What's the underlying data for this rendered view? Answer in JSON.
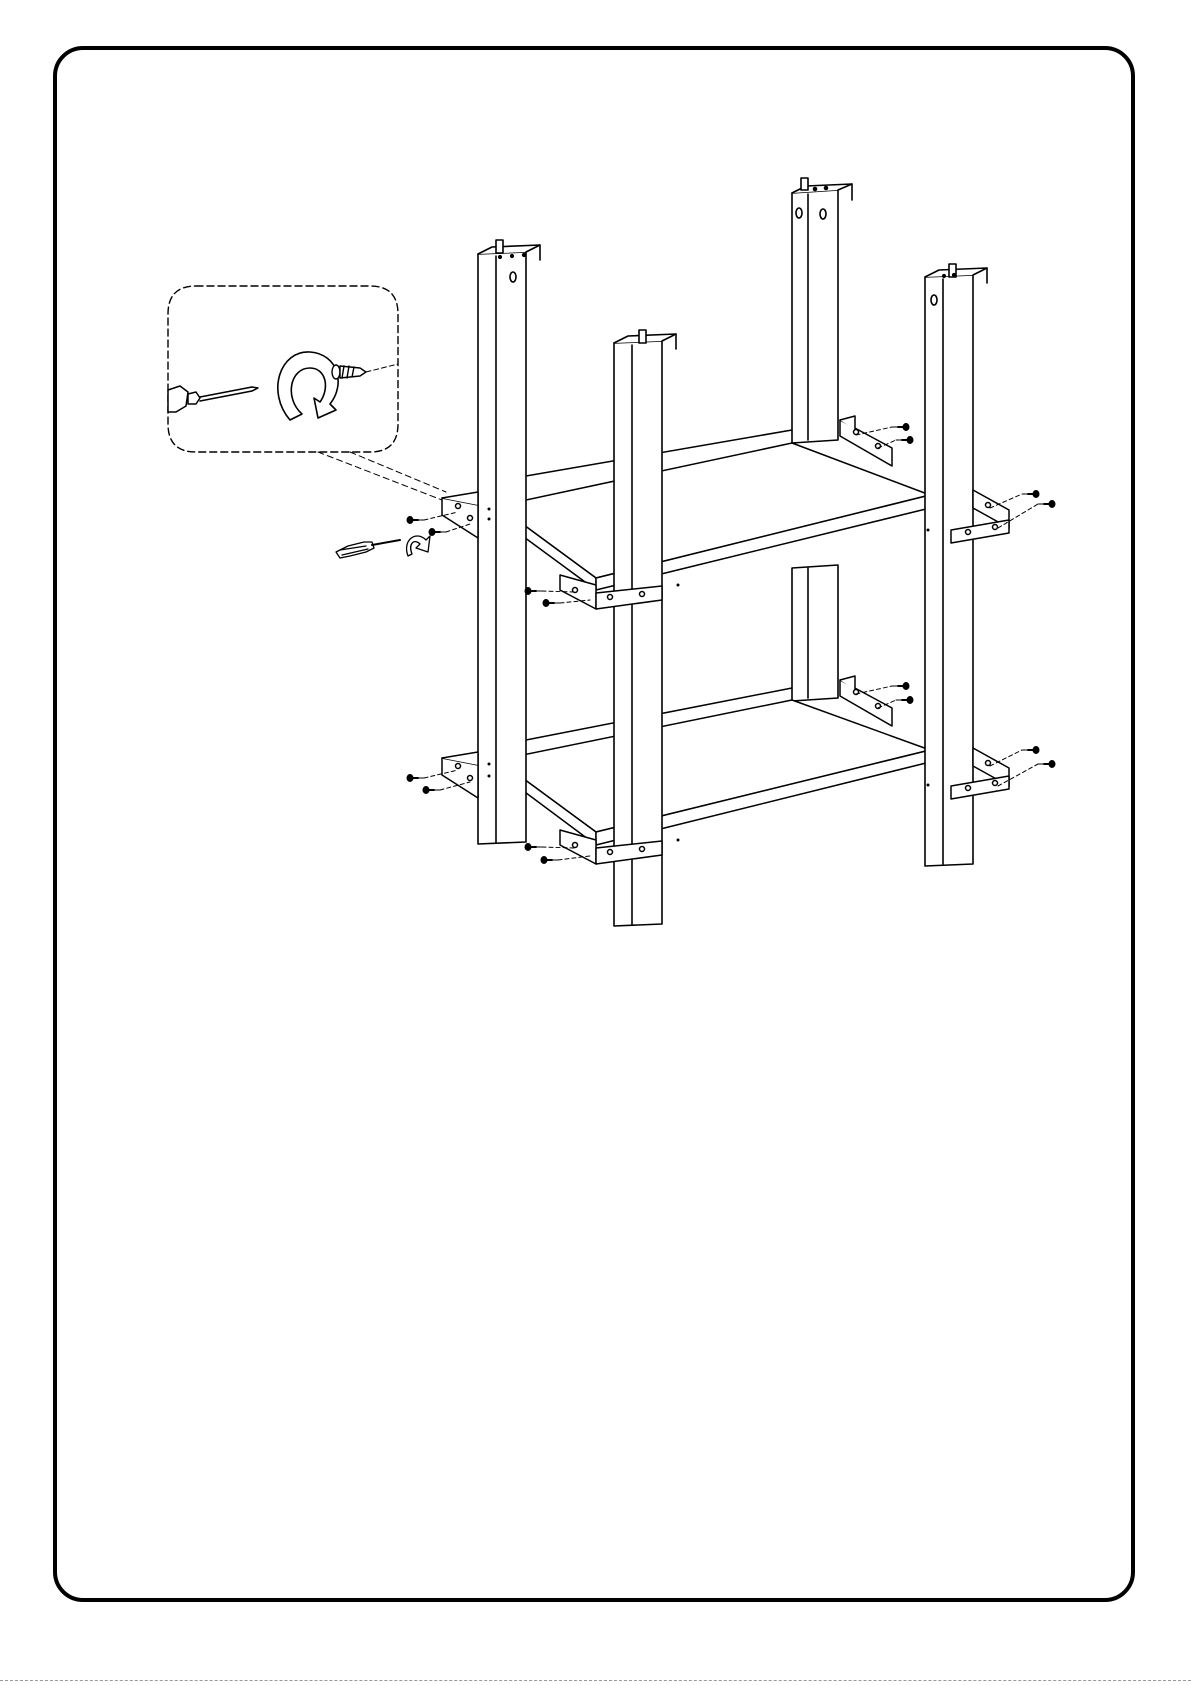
{
  "page": {
    "frame": "instruction-page",
    "stroke_color": "#000000",
    "fill_color": "#ffffff"
  },
  "assembly": {
    "posts": 4,
    "shelves": 2,
    "brackets": 8,
    "screws_per_bracket": 2,
    "tool": "screwdriver-icon",
    "action": "rotate-clockwise-icon"
  },
  "detail_callout": {
    "tool": "screwdriver-icon",
    "action": "rotate-clockwise-icon",
    "fastener": "screw-icon"
  }
}
